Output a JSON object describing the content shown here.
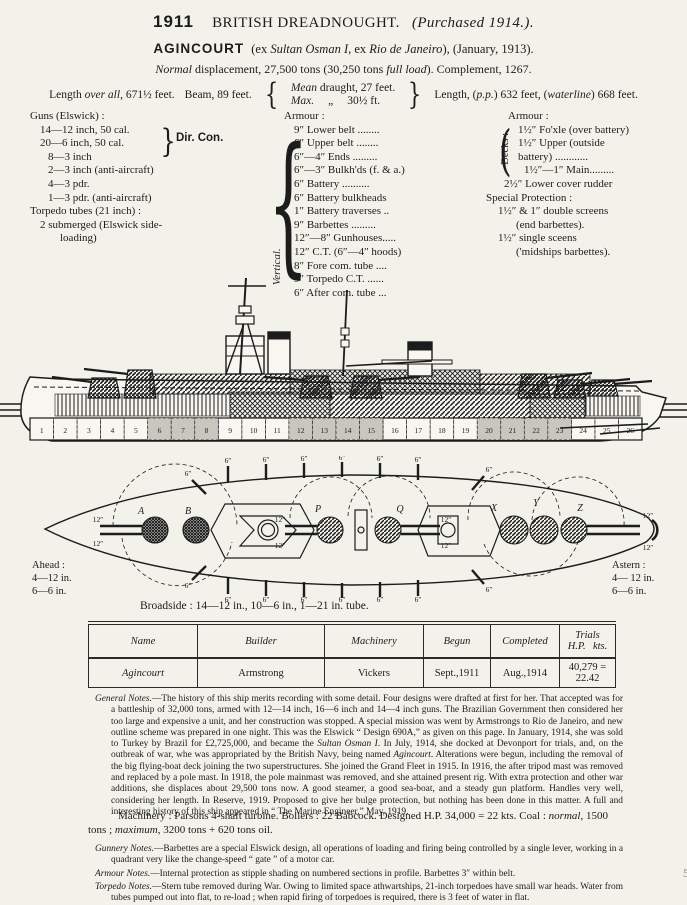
{
  "colors": {
    "paper": "#f2f1ea",
    "ink": "#1c1c1c",
    "shade": "#c8c6bd"
  },
  "page": {
    "year": "1911",
    "title": "BRITISH DREADNOUGHT.",
    "title_note": "(Purchased 1914.).",
    "page_number": "5"
  },
  "ship": {
    "name": "AGINCOURT",
    "note_parts": [
      "(ex ",
      "Sultan Osman I",
      ", ex ",
      "Rio de Janeiro",
      "), (January, 1913)."
    ],
    "disp_parts": [
      "Normal",
      " displacement, 27,500 tons (30,250 tons ",
      "full load",
      ").   Complement, 1267."
    ]
  },
  "dims": {
    "len_1": "Length ",
    "len_2": "over all",
    "len_3": ", 671½ feet.",
    "beam": "Beam, 89 feet.",
    "draught_1a": "Mean",
    "draught_1b": " draught, 27 feet.",
    "draught_2a": "Max.",
    "draught_2b": "„",
    "draught_2c": "30½ ft.",
    "pp_1": "Length, (",
    "pp_2": "p.p.",
    "pp_3": ") 632 feet, (",
    "pp_4": "waterline",
    "pp_5": ") 668 feet."
  },
  "guns": {
    "heading": "Guns (Elswick) :",
    "items": [
      "14—12 inch, 50 cal.",
      "20—6 inch, 50 cal.",
      "8—3  inch",
      "2—3 inch (anti-aircraft)",
      "4—3 pdr.",
      "1—3 pdr. (anti-aircraft)"
    ],
    "dir_con": "Dir. Con.",
    "torpedo_heading": "Torpedo tubes (21 inch) :",
    "torpedo_items": [
      "2 submerged (Elswick side-",
      "loading)"
    ]
  },
  "armour_vertical": {
    "heading": "Armour :",
    "side_label": "Vertical.",
    "items": [
      "9″ Lower belt ........",
      "6″ Upper belt  ........",
      "6″—4″ Ends  .........",
      "6″—3″ Bulkh'ds (f. & a.)",
      "6″ Battery  ..........",
      "6″ Battery bulkheads",
      "1″ Battery traverses  ..",
      "9″ Barbettes .........",
      "12″—8″ Gunhouses.....",
      "12″ C.T. (6″—4″ hoods)",
      "8″ Fore com. tube ....",
      "9″ Torpedo C.T. ......",
      "6″ After com. tube  ..."
    ]
  },
  "armour_decks": {
    "heading": "Armour :",
    "side_label": "Decks :",
    "deck_items": [
      "1½″ Fo'xle (over battery)",
      "1½″  Upper  (outside",
      "battery) ............",
      "1½″—1″ Main........."
    ],
    "rudder": "2½″ Lower cover rudder",
    "special_heading": "Special Protection :",
    "special_items": [
      "1½″ & 1″ double screens",
      "(end barbettes).",
      "1½″ single sceens",
      "('midships barbettes)."
    ]
  },
  "profile": {
    "sections": [
      "1",
      "2",
      "3",
      "4",
      "5",
      "6",
      "7",
      "8",
      "9",
      "10",
      "11",
      "12",
      "13",
      "14",
      "15",
      "16",
      "17",
      "18",
      "19",
      "20",
      "21",
      "22",
      "23",
      "24",
      "25",
      "26"
    ],
    "shaded_sections": [
      5,
      6,
      7,
      11,
      12,
      13,
      14,
      19,
      20,
      21,
      22
    ],
    "shade_color": "#c8c6bd"
  },
  "plan": {
    "turrets": [
      "A",
      "B",
      "P",
      "Q",
      "X",
      "Y",
      "Z"
    ],
    "ahead": [
      "Ahead :",
      "4—12 in.",
      "6—6 in."
    ],
    "astern": [
      "Astern :",
      "4— 12 in.",
      "6—6 in."
    ],
    "label_6in": "6″",
    "label_12in": "12″",
    "broadside": "Broadside :  14—12 in.,  10—6 in.,  1—21 in. tube."
  },
  "table": {
    "headers": [
      "Name",
      "Builder",
      "Machinery",
      "Begun",
      "Completed"
    ],
    "trials_header": "Trials",
    "trials_hp": "H.P.",
    "trials_kts": "kts.",
    "row": {
      "name": "Agincourt",
      "builder": "Armstrong",
      "machinery": "Vickers",
      "begun": "Sept.,1911",
      "completed": "Aug.,1914",
      "trials": "40,279  =  22.42"
    }
  },
  "notes": {
    "general_label": "General Notes.",
    "general_parts": [
      "—The history of this ship merits recording with some detail.  Four designs were drafted at first for her. That accepted was for a battleship of 32,000 tons, armed with 12—14 inch, 16—6 inch and 14—4 inch guns.  The Brazilian Government then considered her too large and expensive a unit, and her construction was stopped. A special mission was went by Armstrongs to Rio de Janeiro, and new outline scheme was prepared in one night. This was the Elswick “ Design 690A,” as given on this page.  In January, 1914, she was sold to Turkey by Brazil for £2,725,000, and became the ",
      "Sultan Osman I",
      ".  In July, 1914, she docked at Devonport for trials, and, on the outbreak of war, whe was appropriated by the British Navy, being named ",
      "Agincourt",
      ".  Alterations were begun, including the removal of the big flying-boat deck joining the two superstructures.  She joined the Grand Fleet in 1915.  In 1916, the after tripod mast was removed and replaced by a pole mast.  In 1918, the pole mainmast was removed, and she attained present rig.  With extra protection and other war additions, she displaces about 29,500 tons now.  A good steamer, a good sea-boat, and a steady gun platform.  Handles very well, considering her length.  In Reserve, 1919.  Proposed to give her bulge protection, but nothing has been done in this matter. A full and interesting history of this ship appeared in “ The Marine Engineer,” May, 1919."
    ],
    "machinery_parts": [
      "Machinery :  Parsons 4-shaft turbine.   Boilers :  22 Babcock.   Designed H.P. 34,000  =  22 kts.   Coal : ",
      "normal",
      ", 1500 tons ;  ",
      "maximum",
      ", 3200 tons + 620 tons oil."
    ],
    "gunnery_label": "Gunnery Notes.",
    "gunnery_text": "—Barbettes are a special Elswick design, all operations of loading and firing being controlled by a single lever, working in a quadrant very like the change-speed “ gate ” of a motor car.",
    "armour_label": "Armour Notes.",
    "armour_text": "—Internal protection as stipple shading on numbered sections in profile.  Barbettes 3″ within belt.",
    "torpedo_label": "Torpedo Notes.",
    "torpedo_text": "—Stern tube removed during War.  Owing to limited space athwartships, 21-inch torpedoes have small war heads.  Water from tubes pumped out into flat, to re-load ;  when rapid firing of torpedoes is required, there is 3 feet of water in flat."
  }
}
